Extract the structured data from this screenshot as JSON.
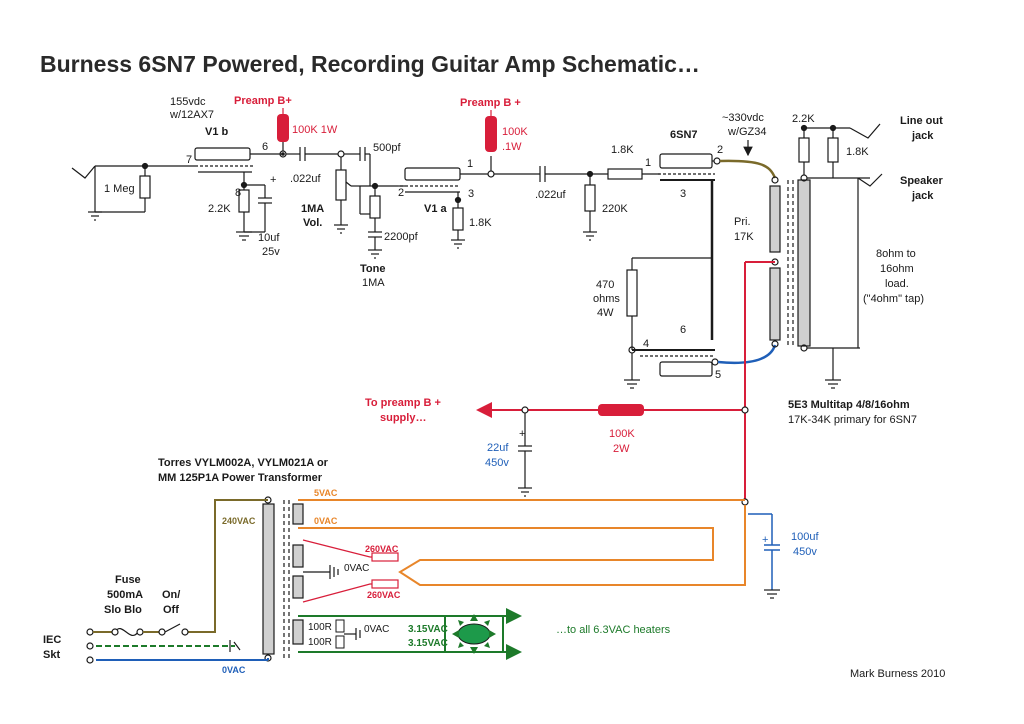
{
  "title": "Burness 6SN7 Powered, Recording Guitar Amp Schematic…",
  "author": "Mark Burness 2010",
  "preamp": {
    "v1b_supply": "155vdc",
    "v1b_tube": "w/12AX7",
    "v1b_name": "V1 b",
    "preamp_bplus_1": "Preamp B+",
    "preamp_bplus_2": "Preamp B +",
    "r_plate1": "100K 1W",
    "r_plate2_a": "100K",
    "r_plate2_b": ".1W",
    "pin7": "7",
    "pin6": "6",
    "pin8": "8",
    "pin1a": "1",
    "pin2a": "2",
    "pin3a": "3",
    "r_grid": "1 Meg",
    "r_cathode1": "2.2K",
    "plus": "+",
    "cap_bypass_a": "10uf",
    "cap_bypass_b": "25v",
    "cap_coupling1": ".022uf",
    "cap_bright": "500pf",
    "vol_a": "1MA",
    "vol_b": "Vol.",
    "cap_tone": "2200pf",
    "tone_a": "Tone",
    "tone_b": "1MA",
    "v1a_name": "V1 a",
    "r_cathode2": "1.8K",
    "cap_coupling2": ".022uf",
    "r_grid2": "220K"
  },
  "power": {
    "tube": "6SN7",
    "r_grid_stop": "1.8K",
    "pin1": "1",
    "pin2": "2",
    "pin3": "3",
    "pin4": "4",
    "pin5": "5",
    "pin6": "6",
    "r_cathode_a": "470",
    "r_cathode_b": "ohms",
    "r_cathode_c": "4W",
    "plate_v_a": "~330vdc",
    "plate_v_b": "w/GZ34",
    "pri_a": "Pri.",
    "pri_b": "17K",
    "r_line1": "2.2K",
    "r_line2": "1.8K",
    "line_out_a": "Line out",
    "line_out_b": "jack",
    "speaker_a": "Speaker",
    "speaker_b": "jack",
    "load_a": "8ohm to",
    "load_b": "16ohm",
    "load_c": "load.",
    "load_d": "(\"4ohm\" tap)",
    "ot_a": "5E3 Multitap 4/8/16ohm",
    "ot_b": "17K-34K primary for 6SN7"
  },
  "supply": {
    "to_preamp_a": "To preamp B +",
    "to_preamp_b": "supply…",
    "filter1_a": "22uf",
    "filter1_b": "450v",
    "dropper_a": "100K",
    "dropper_b": "2W",
    "filter2_a": "100uf",
    "filter2_b": "450v",
    "plus": "+",
    "pt_a": "Torres VYLM002A, VYLM021A or",
    "pt_b": "MM 125P1A Power Transformer",
    "v5": "5VAC",
    "v0a": "0VAC",
    "v240": "240VAC",
    "v260a": "260VAC",
    "v260b": "260VAC",
    "v0ct": "0VAC",
    "v0heat": "0VAC",
    "v315a": "3.15VAC",
    "v315b": "3.15VAC",
    "r100a": "100R",
    "r100b": "100R",
    "heaters": "…to all 6.3VAC heaters",
    "v0main": "0VAC",
    "fuse_a": "Fuse",
    "fuse_b": "500mA",
    "fuse_c": "Slo Blo",
    "switch_a": "On/",
    "switch_b": "Off",
    "iec_a": "IEC",
    "iec_b": "Skt"
  },
  "colors": {
    "red": "#d81e3a",
    "blue": "#1f5fb8",
    "orange": "#e8862a",
    "olive": "#7a6a2a",
    "green": "#1d7a2a",
    "ink": "#1a1a1a"
  }
}
